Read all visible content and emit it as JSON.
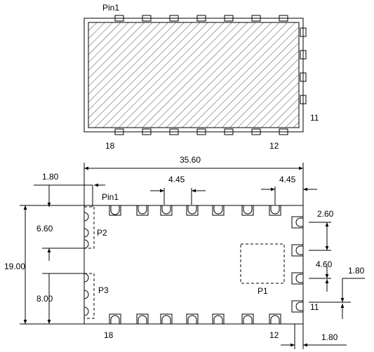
{
  "top_view": {
    "pin1_label": "Pin1",
    "pin18_label": "18",
    "pin12_label": "12",
    "pin11_label": "11"
  },
  "bottom_view": {
    "pin1_label": "Pin1",
    "pin18_label": "18",
    "pin12_label": "12",
    "pin11_label": "11",
    "pad_labels": {
      "p1": "P1",
      "p2": "P2",
      "p3": "P3"
    },
    "dimensions": {
      "width": "35.60",
      "height": "19.00",
      "pitch_top": "4.45",
      "right_margin_top": "4.45",
      "left_offset": "1.80",
      "p2_height": "6.60",
      "p3_height": "8.00",
      "right_pitch_upper": "2.60",
      "right_pitch_lower": "4.60",
      "right_offset": "1.80",
      "bottom_offset": "1.80"
    }
  },
  "colors": {
    "line": "#000000",
    "background": "#ffffff"
  }
}
